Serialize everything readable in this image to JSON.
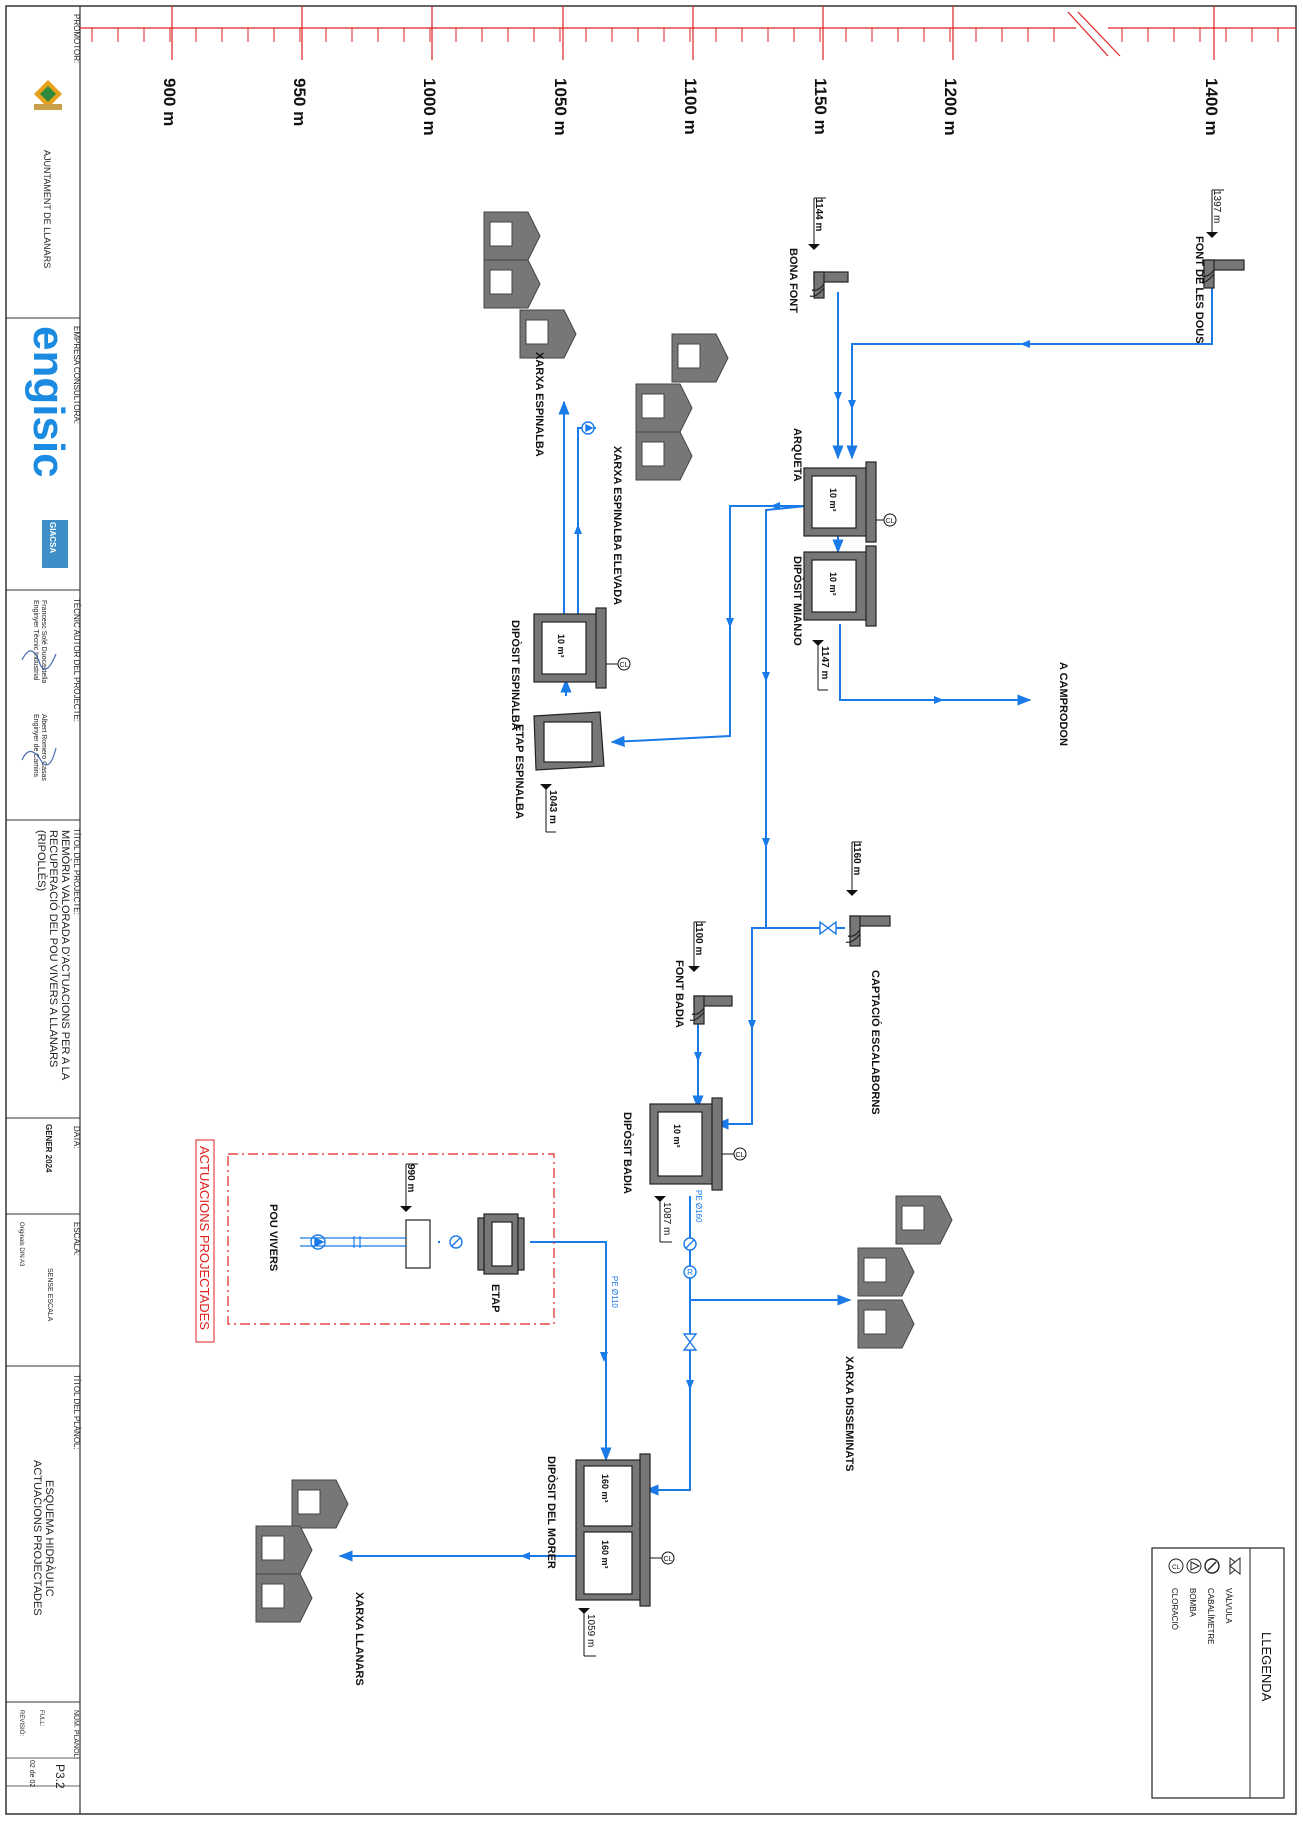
{
  "title_block": {
    "promotor_label": "PROMOTOR:",
    "promotor_name": "AJUNTAMENT DE LLANARS",
    "empresa_label": "EMPRESA CONSULTORA:",
    "empresa_logo": "engisic",
    "empresa_logo2": "GIACSA",
    "tecnic_label": "TÈCNIC AUTOR DEL PROJECTE:",
    "tecnic1_name": "Francesc Solé Duocastella",
    "tecnic1_role": "Enginyer Tècnic Industrial",
    "tecnic2_name": "Albert Romero Casas",
    "tecnic2_role": "Enginyer de Camins",
    "projecte_label": "TÍTOL DEL PROJECTE:",
    "projecte_line1": "MEMÒRIA VALORADA D'ACTUACIONS PER A LA",
    "projecte_line2": "RECUPERACIÓ DEL POU VIVERS A LLANARS",
    "projecte_line3": "(RIPOLLÈS)",
    "data_label": "DATA:",
    "data_value": "GENER 2024",
    "escala_label": "ESCALA:",
    "escala_value": "SENSE ESCALA",
    "escala_note": "Originals DIN A3",
    "planol_label": "TÍTOL DEL PLÀNOL:",
    "planol_line1": "ESQUEMA HIDRÀULIC",
    "planol_line2": "ACTUACIONS PROJECTADES",
    "num_label": "NÚM. PLÀNOL:",
    "num_value": "P3.2",
    "full_label": "FULL:",
    "full_value": "02  de  02",
    "revisio_label": "REVISIÓ:"
  },
  "altitude_scale": {
    "labels": [
      "900 m",
      "950 m",
      "1000 m",
      "1050 m",
      "1100 m",
      "1150 m",
      "1200 m",
      "1400 m"
    ]
  },
  "nodes": {
    "font_de_les_dous": "FONT DE LES DOUS",
    "font_de_les_dous_elev": "1397 m",
    "bona_font": "BONA FONT",
    "bona_font_elev": "1144 m",
    "arqueta": "ARQUETA",
    "arqueta_vol": "10 m³",
    "diposit_mianjo": "DIPÒSIT MIANJO",
    "diposit_mianjo_vol": "10 m³",
    "diposit_mianjo_elev": "1147 m",
    "a_camprodon": "A CAMPRODON",
    "xarxa_espinalba": "XARXA ESPINALBA",
    "xarxa_espinalba_elevada": "XARXA ESPINALBA ELEVADA",
    "diposit_espinalba": "DIPÒSIT ESPINALBA",
    "diposit_espinalba_vol": "10 m³",
    "etap_espinalba": "ETAP ESPINALBA",
    "etap_espinalba_elev": "1043 m",
    "captacio_escalaborns": "CAPTACIÓ ESCALABORNS",
    "captacio_escalaborns_elev": "1160 m",
    "font_badia": "FONT BADIA",
    "font_badia_elev": "1100 m",
    "diposit_badia": "DIPÒSIT BADIA",
    "diposit_badia_vol": "10 m³",
    "diposit_badia_elev": "1087 m",
    "pipe_pe160": "PE Ø160",
    "xarxa_disseminats": "XARXA DISSEMINATS",
    "actuacions_projectades": "ACTUACIONS PROJECTADES",
    "pou_vivers": "POU VIVERS",
    "pou_vivers_elev": "990 m",
    "etap": "ETAP",
    "pipe_pe110": "PE Ø110",
    "diposit_del_morer": "DIPÒSIT DEL MORER",
    "diposit_morer_vol1": "160 m³",
    "diposit_morer_vol2": "160 m³",
    "diposit_morer_elev": "1059 m",
    "xarxa_llanars": "XARXA LLANARS",
    "cl_mark": "CL",
    "r_mark": "R"
  },
  "legend": {
    "title": "LLEGENDA",
    "items": [
      "VÀLVULA",
      "CABALÍMETRE",
      "BOMBA",
      "CLORACIÓ"
    ]
  },
  "colors": {
    "pipe": "#1a7ae8",
    "scale": "#e02020",
    "structure": "#6e6e6e",
    "highlight": "#e02020"
  }
}
